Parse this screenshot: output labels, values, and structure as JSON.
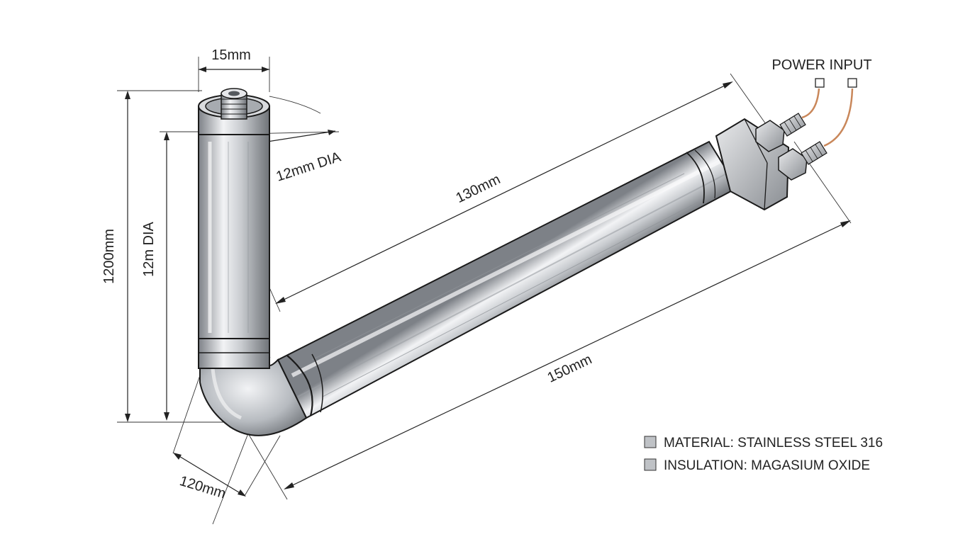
{
  "dimensions": {
    "top_diameter": "15mm",
    "cap_diameter": "12mm DIA",
    "overall_height": "1200mm",
    "vertical_tube_diameter": "12m DIA",
    "inner_length": "130mm",
    "outer_length": "150mm",
    "bend_width": "120mm"
  },
  "power_label": "POWER INPUT",
  "legend": [
    {
      "label": "MATERIAL: STAINLESS STEEL 316"
    },
    {
      "label": "INSULATION: MAGASIUM OXIDE"
    }
  ],
  "colors": {
    "tube_dark": "#7d8187",
    "tube_light": "#f2f3f5",
    "wire": "#c9875a",
    "legend_box": "#bfc2c6"
  }
}
